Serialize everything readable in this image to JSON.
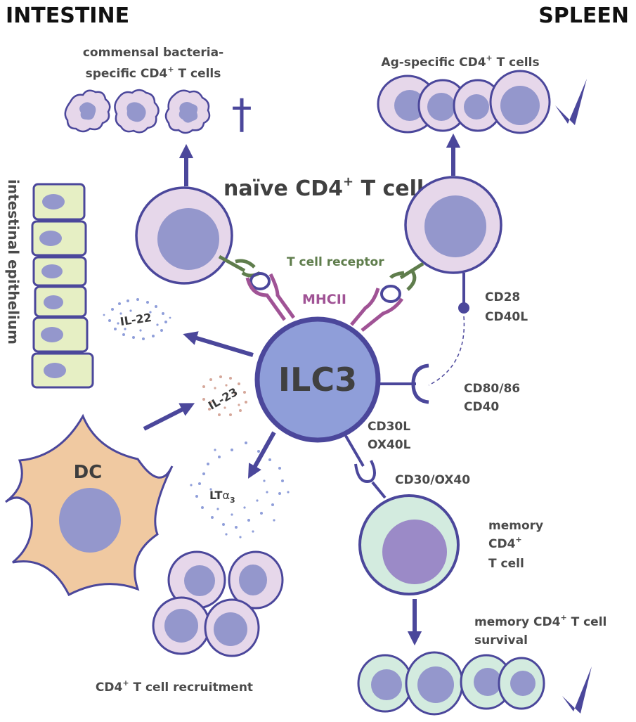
{
  "headings": {
    "left": "INTESTINE",
    "right": "SPLEEN"
  },
  "labels": {
    "commensal_line1": "commensal bacteria-",
    "commensal_line2": "specific CD4",
    "commensal_line2_sup": "+",
    "commensal_line2_rest": " T cells",
    "ag_specific": "Ag-specific CD4",
    "ag_specific_sup": "+",
    "ag_specific_rest": " T cells",
    "naive": "naïve CD4",
    "naive_sup": "+",
    "naive_rest": " T cell",
    "intestinal_epithelium": "intestinal epithelium",
    "tcr": "T cell receptor",
    "mhcii": "MHCII",
    "cd28": "CD28",
    "cd40l": "CD40L",
    "cd80_86": "CD80/86",
    "cd40": "CD40",
    "cd30l": "CD30L",
    "ox40l": "OX40L",
    "cd30_ox40": "CD30/OX40",
    "ilc3": "ILC3",
    "il22": "IL-22",
    "il23": "IL-23",
    "lta3_base": "LT",
    "lta3_alpha": "α",
    "lta3_sub": "3",
    "dc": "DC",
    "memory_line1": "memory",
    "memory_line2": "CD4",
    "memory_line2_sup": "+",
    "memory_line3": "T cell",
    "survival_line1": "memory CD4",
    "survival_line1_sup": "+",
    "survival_line1_rest": " T cell",
    "survival_line2": "survival",
    "recruitment": "CD4",
    "recruitment_sup": "+",
    "recruitment_rest": " T cell recruitment"
  },
  "symbols": {
    "dagger": "dagger-icon",
    "check": "checkmark-icon"
  },
  "colors": {
    "outline": "#4b479b",
    "tcell_fill": "#e6d7ea",
    "nucleus": "#9497cc",
    "ilc3_fill": "#8f9ed9",
    "memory_fill": "#d3ebdf",
    "memory_nucleus": "#9b8ac7",
    "dc_fill": "#f0c9a1",
    "epithelium_fill": "#e6efc4",
    "tcr_green": "#5f7d4c",
    "mhc_purple": "#a05395"
  }
}
